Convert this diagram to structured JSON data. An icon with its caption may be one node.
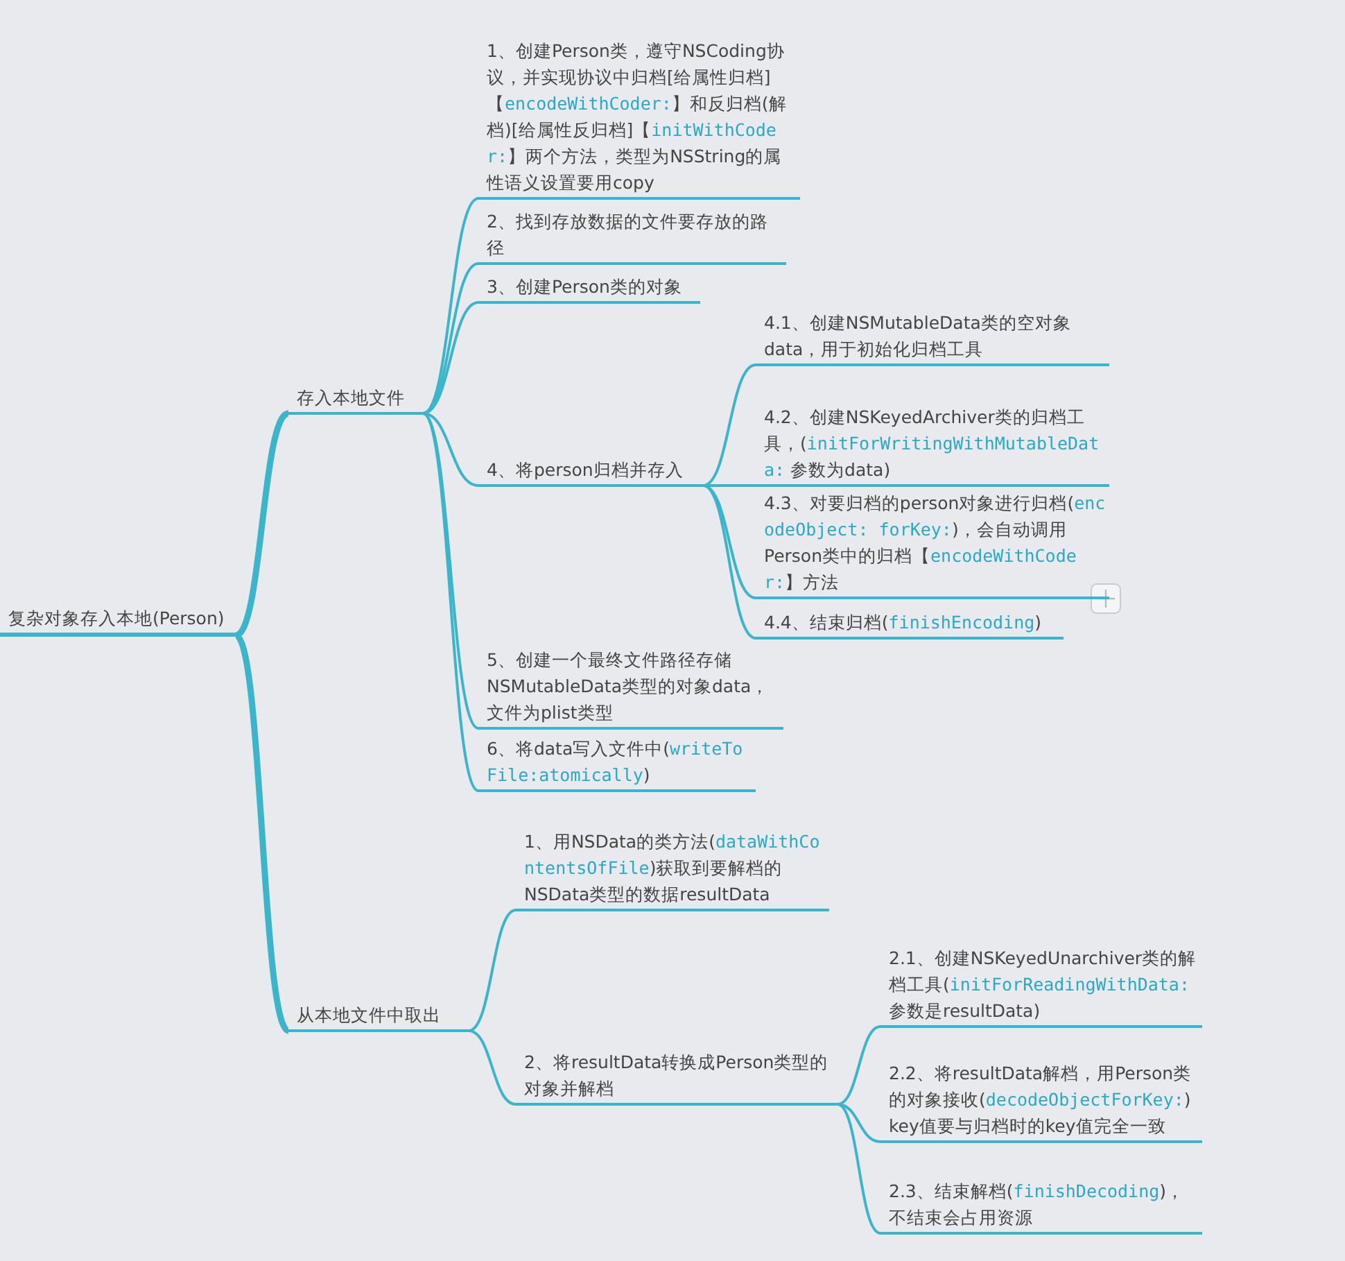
{
  "diagram": {
    "nodes": [
      {
        "text": [
          "复杂对象存入本地(Person)"
        ]
      },
      {
        "text": [
          "存入本地文件"
        ]
      },
      {
        "text": [
          "1、创建Person类，遵守NSCoding协议，并实现协议中归档[给属性归档]【*encodeWithCoder:*】和反归档(解档)[给属性反归档]【*initWithCoder:*】两个方法，类型为NSString的属性语义设置要用copy"
        ]
      },
      {
        "text": [
          "2、找到存放数据的文件要存放的路径"
        ]
      },
      {
        "text": [
          "3、创建Person类的对象"
        ]
      },
      {
        "text": [
          "4、将person归档并存入"
        ]
      },
      {
        "text": [
          "4.1、创建NSMutableData类的空对象data，用于初始化归档工具"
        ]
      },
      {
        "text": [
          "4.2、创建NSKeyedArchiver类的归档工具，(*initForWritingWithMutableData:* 参数为data)"
        ]
      },
      {
        "text": [
          "4.3、对要归档的person对象进行归档(*encodeObject: forKey:*)，会自动调用Person类中的归档【*encodeWithCoder:*】方法"
        ]
      },
      {
        "text": [
          "4.4、结束归档(*finishEncoding*)"
        ]
      },
      {
        "text": [
          "5、创建一个最终文件路径存储NSMutableData类型的对象data，文件为plist类型"
        ]
      },
      {
        "text": [
          "6、将data写入文件中(*writeToFile:atomically*)"
        ]
      },
      {
        "text": [
          "从本地文件中取出"
        ]
      },
      {
        "text": [
          "1、用NSData的类方法(*dataWithContentsOfFile*)获取到要解档的NSData类型的数据resultData"
        ]
      },
      {
        "text": [
          "2、将resultData转换成Person类型的对象并解档"
        ]
      },
      {
        "text": [
          "2.1、创建NSKeyedUnarchiver类的解档工具(*initForReadingWithData:* 参数是resultData)"
        ]
      },
      {
        "text": [
          "2.2、将resultData解档，用Person类的对象接收(*decodeObjectForKey:*) key值要与归档时的key值完全一致"
        ]
      },
      {
        "text": [
          "2.3、结束解档(*finishDecoding*)，不结束会占用资源"
        ]
      }
    ],
    "edges": [
      {
        "from": 0,
        "to": 1,
        "arrow": "none",
        "style": "thick"
      },
      {
        "from": 0,
        "to": 12,
        "arrow": "none",
        "style": "thick"
      },
      {
        "from": 1,
        "to": 2,
        "arrow": "none"
      },
      {
        "from": 1,
        "to": 3,
        "arrow": "none"
      },
      {
        "from": 1,
        "to": 4,
        "arrow": "none"
      },
      {
        "from": 1,
        "to": 5,
        "arrow": "none"
      },
      {
        "from": 5,
        "to": 6,
        "arrow": "none"
      },
      {
        "from": 5,
        "to": 7,
        "arrow": "none"
      },
      {
        "from": 5,
        "to": 8,
        "arrow": "none"
      },
      {
        "from": 5,
        "to": 9,
        "arrow": "none"
      },
      {
        "from": 1,
        "to": 10,
        "arrow": "none"
      },
      {
        "from": 1,
        "to": 11,
        "arrow": "none"
      },
      {
        "from": 12,
        "to": 13,
        "arrow": "none"
      },
      {
        "from": 12,
        "to": 14,
        "arrow": "none"
      },
      {
        "from": 14,
        "to": 15,
        "arrow": "none"
      },
      {
        "from": 14,
        "to": 16,
        "arrow": "none"
      },
      {
        "from": 14,
        "to": 17,
        "arrow": "none"
      }
    ]
  }
}
